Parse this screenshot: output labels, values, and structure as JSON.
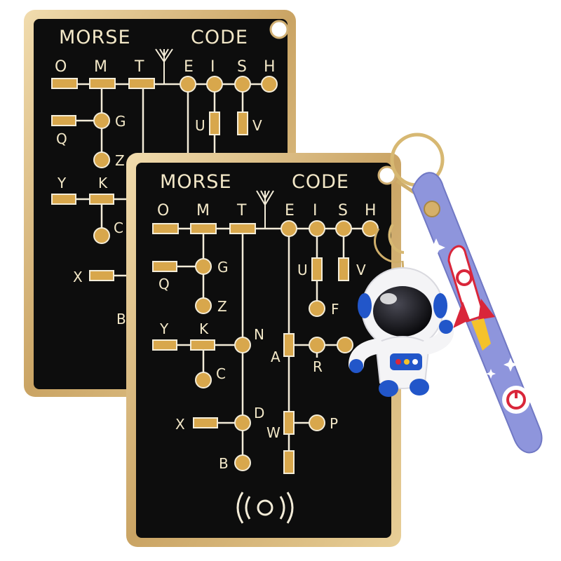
{
  "cards": [
    {
      "title_left": "MORSE",
      "title_right": "CODE",
      "top_letters": [
        "O",
        "M",
        "T",
        "E",
        "I",
        "S",
        "H"
      ],
      "letters": [
        "G",
        "Q",
        "U",
        "V",
        "Z",
        "Y",
        "K",
        "C",
        "X",
        "B"
      ]
    },
    {
      "title_left": "MORSE",
      "title_right": "CODE",
      "top_letters": [
        "O",
        "M",
        "T",
        "E",
        "I",
        "S",
        "H"
      ],
      "letters": [
        "G",
        "Q",
        "U",
        "V",
        "Z",
        "F",
        "Y",
        "K",
        "N",
        "A",
        "R",
        "C",
        "X",
        "D",
        "W",
        "P",
        "B"
      ]
    }
  ],
  "colors": {
    "card_fill": "#0d0d0d",
    "gold_frame": "#d9bd83",
    "gold_dot": "#d8a74c",
    "line": "#f3ecd8",
    "strap": "#8e95dc",
    "astronaut_white": "#f4f4f6",
    "astronaut_blue": "#2256c9",
    "rocket_red": "#d9263a"
  },
  "icons": {
    "antenna": "antenna-icon",
    "vibration": "vibration-icon",
    "rocket": "rocket-icon",
    "power": "power-icon",
    "keyring": "keyring-icon"
  }
}
